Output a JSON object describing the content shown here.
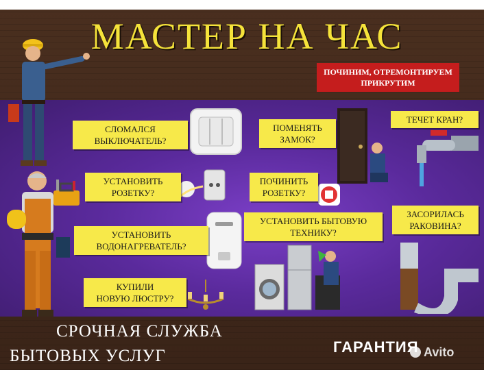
{
  "title": "МАСТЕР НА ЧАС",
  "tagline": {
    "line1": "ПОЧИНИМ, ОТРЕМОНТИРУЕМ",
    "line2": "ПРИКРУТИМ"
  },
  "services": [
    {
      "line1": "СЛОМАЛСЯ",
      "line2": "ВЫКЛЮЧАТЕЛЬ?"
    },
    {
      "line1": "ПОМЕНЯТЬ",
      "line2": "ЗАМОК?"
    },
    {
      "line1": "ТЕЧЕТ КРАН?"
    },
    {
      "line1": "УСТАНОВИТЬ",
      "line2": "РОЗЕТКУ?"
    },
    {
      "line1": "ПОЧИНИТЬ",
      "line2": "РОЗЕТКУ?"
    },
    {
      "line1": "ЗАСОРИЛАСЬ",
      "line2": "РАКОВИНА?"
    },
    {
      "line1": "УСТАНОВИТЬ",
      "line2": "ВОДОНАГРЕВАТЕЛЬ?"
    },
    {
      "line1": "УСТАНОВИТЬ БЫТОВУЮ",
      "line2": "ТЕХНИКУ?"
    },
    {
      "line1": "КУПИЛИ",
      "line2": "НОВУЮ ЛЮСТРУ?"
    }
  ],
  "footer": {
    "line1": "СРОЧНАЯ СЛУЖБА",
    "line2": "БЫТОВЫХ УСЛУГ",
    "guarantee": "ГАРАНТИЯ"
  },
  "watermark": "Avito",
  "colors": {
    "title": "#f5e33a",
    "label_bg": "#f7e94a",
    "tagline_bg": "#c51d1d",
    "panel": "#5a2a9c",
    "wood": "#3e2719"
  }
}
